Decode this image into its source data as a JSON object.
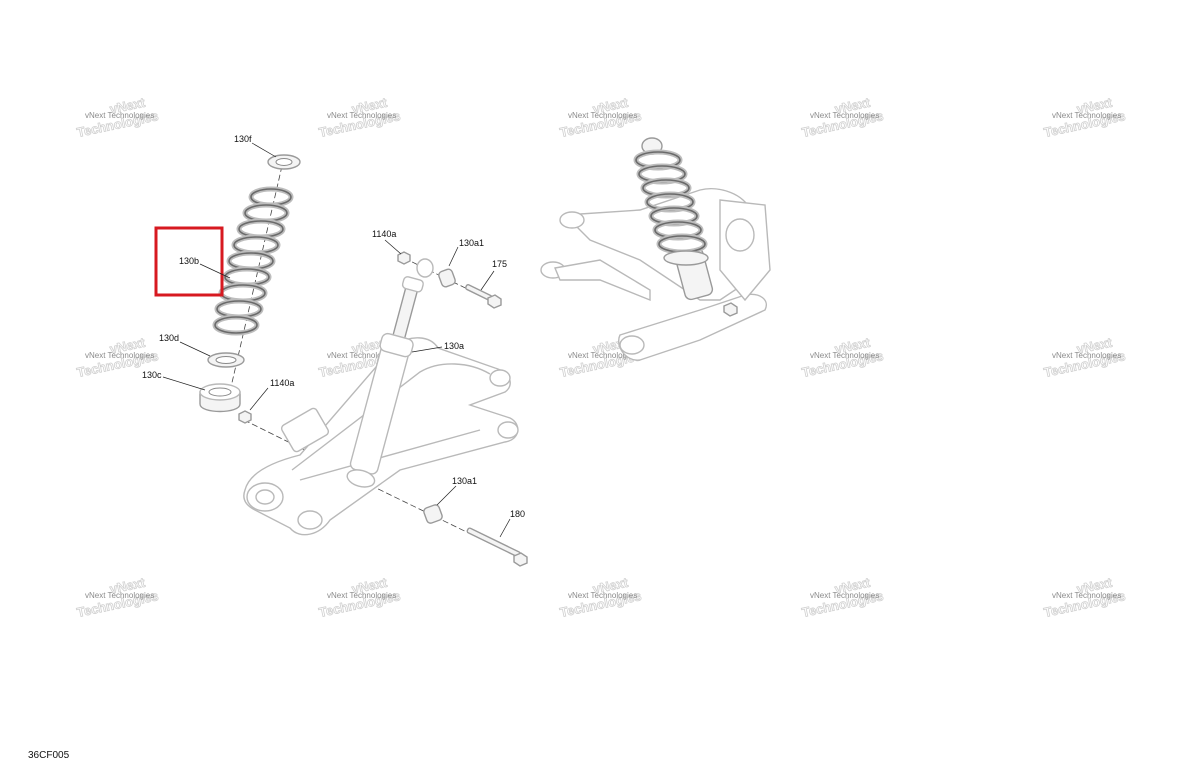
{
  "diagram": {
    "reference_code": "36CF005",
    "highlight_color": "#d71920",
    "highlighted_callout": "130b",
    "watermark": {
      "line1": "vNext",
      "line2": "Technologies",
      "combined": "vNext Technologies"
    },
    "callouts": {
      "c130f": "130f",
      "c130b": "130b",
      "c130d": "130d",
      "c130c": "130c",
      "c1140a_top": "1140a",
      "c1140a_left": "1140a",
      "c130a1_top": "130a1",
      "c175": "175",
      "c130a": "130a",
      "c130a1_bottom": "130a1",
      "c180": "180"
    }
  }
}
